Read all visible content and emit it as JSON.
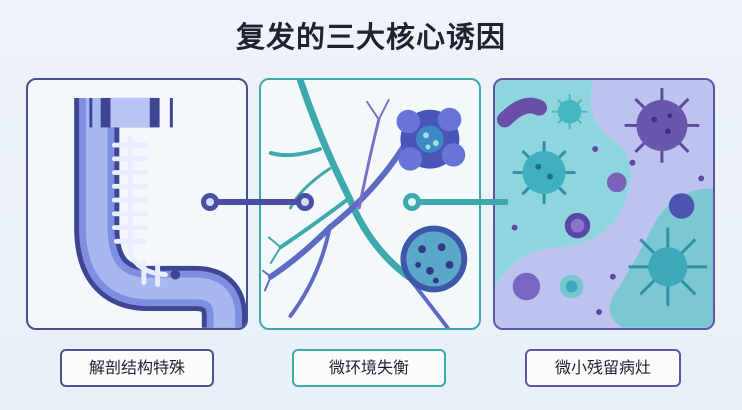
{
  "title": "复发的三大核心诱因",
  "causes": [
    {
      "label": "解剖结构特殊",
      "icon": "stomach-intestine-icon",
      "color": "#47508f"
    },
    {
      "label": "微环境失衡",
      "icon": "neuron-network-icon",
      "color": "#3ea9ad"
    },
    {
      "label": "微小残留病灶",
      "icon": "microbes-icon",
      "color": "#5d56a6"
    }
  ]
}
